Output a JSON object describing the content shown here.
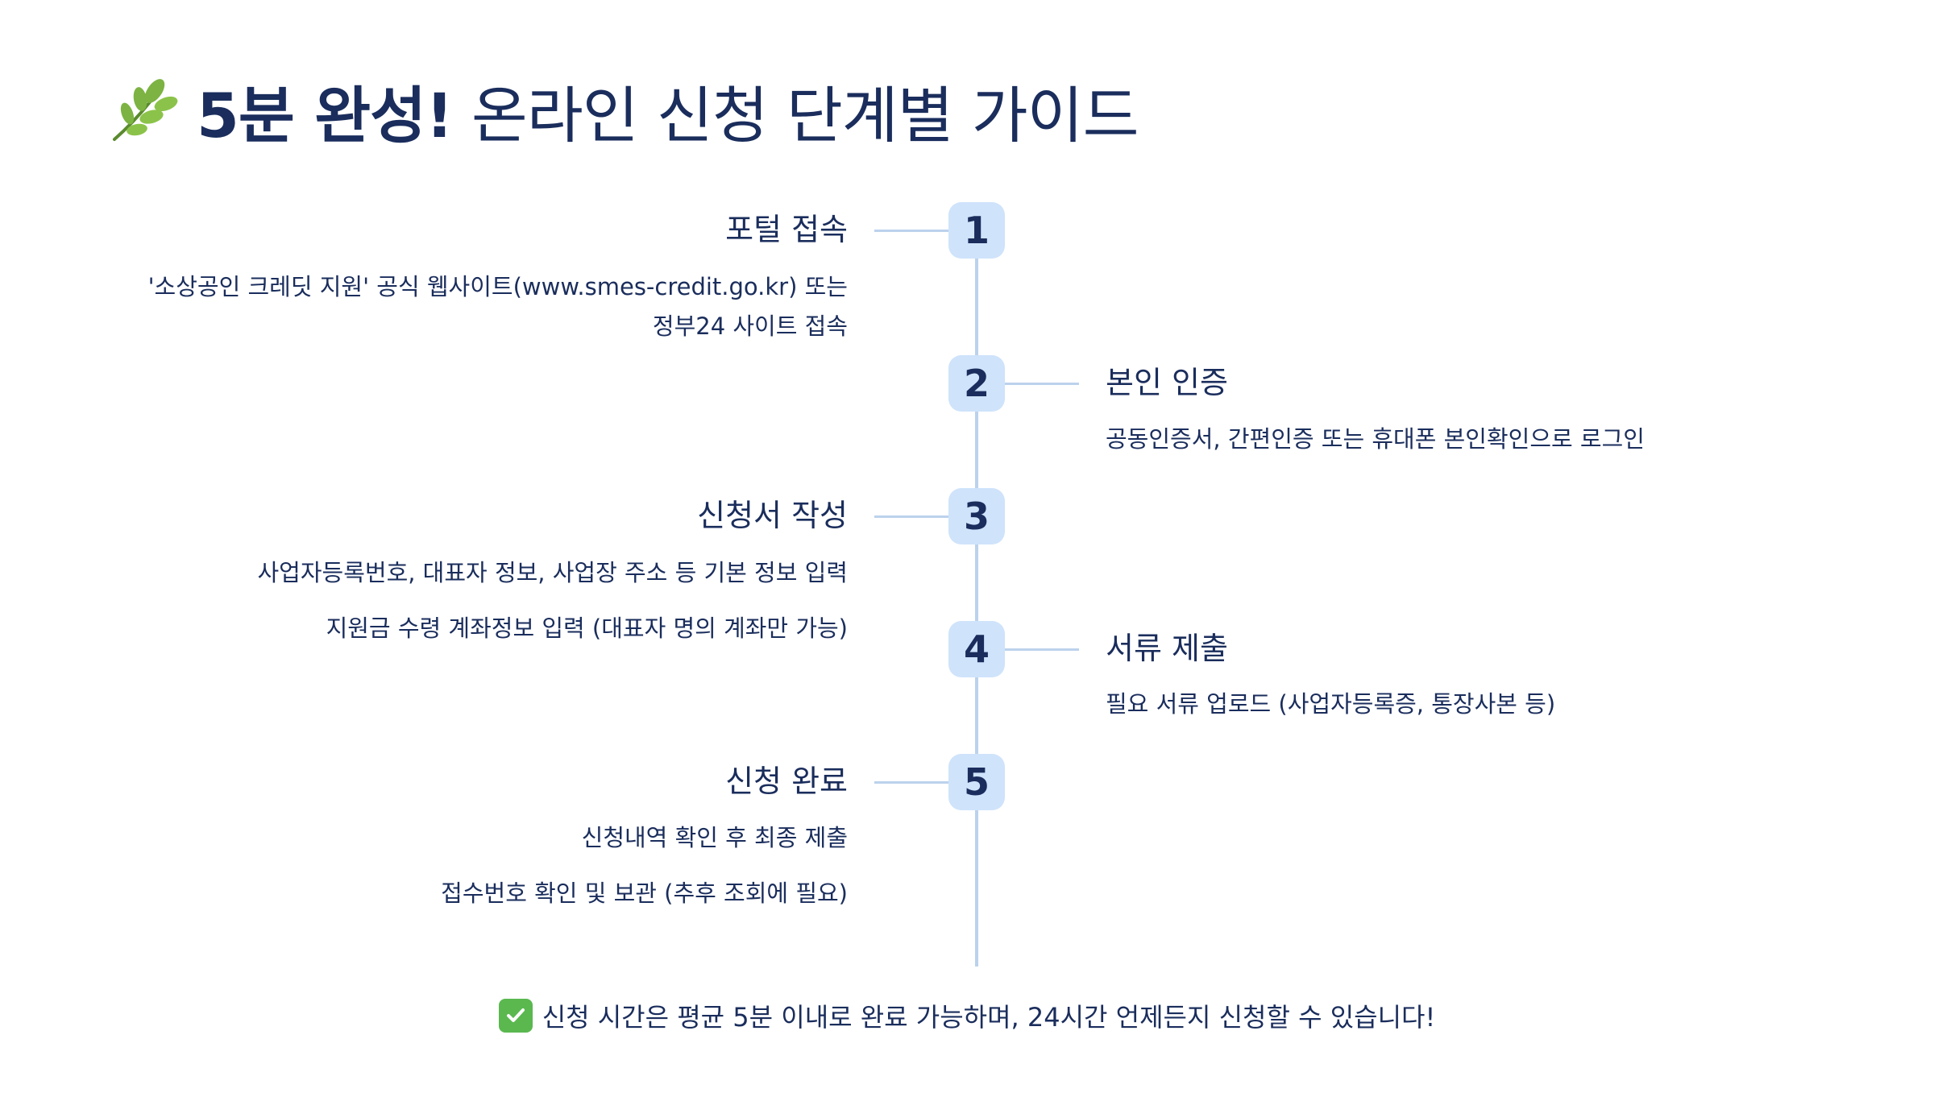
{
  "title": {
    "icon": "herb-icon",
    "strong": "5분 완성!",
    "text": " 온라인 신청 단계별 가이드"
  },
  "colors": {
    "text": "#1a2d5c",
    "badge": "#cfe3fb",
    "line": "#bcd2ec"
  },
  "steps": [
    {
      "number": "1",
      "title": "포털 접속",
      "side": "left",
      "lines": [
        "'소상공인 크레딧 지원' 공식 웹사이트(www.smes-credit.go.kr) 또는",
        "정부24 사이트 접속"
      ]
    },
    {
      "number": "2",
      "title": "본인 인증",
      "side": "right",
      "lines": [
        "공동인증서, 간편인증 또는 휴대폰 본인확인으로 로그인"
      ]
    },
    {
      "number": "3",
      "title": "신청서 작성",
      "side": "left",
      "lines": [
        "사업자등록번호, 대표자 정보, 사업장 주소 등 기본 정보 입력",
        "지원금 수령 계좌정보 입력 (대표자 명의 계좌만 가능)"
      ]
    },
    {
      "number": "4",
      "title": "서류 제출",
      "side": "right",
      "lines": [
        "필요 서류 업로드 (사업자등록증, 통장사본 등)"
      ]
    },
    {
      "number": "5",
      "title": "신청 완료",
      "side": "left",
      "lines": [
        "신청내역 확인 후 최종 제출",
        "접수번호 확인 및 보관 (추후 조회에 필요)"
      ]
    }
  ],
  "footer": {
    "icon": "check-mark-icon",
    "text": "신청 시간은 평균 5분 이내로 완료 가능하며, 24시간 언제든지 신청할 수 있습니다!"
  }
}
